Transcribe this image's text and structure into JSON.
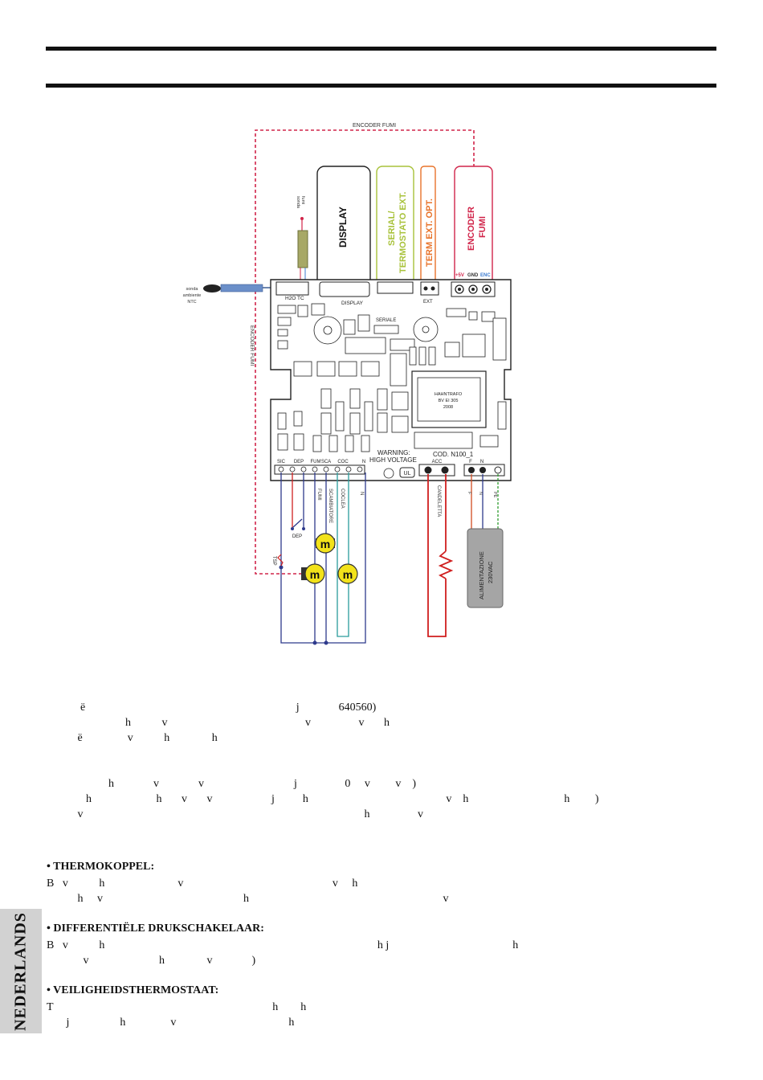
{
  "diagram": {
    "labels": {
      "encoder_fumi_top": "ENCODER FUMI",
      "encoder_fumi_side": "ENCODER FUMI",
      "display": "DISPLAY",
      "serial_line1": "SERIAL/",
      "serial_line2": "TERMOSTATO EXT.",
      "term_ext": "TERM EXT. OPT.",
      "encoder_line1": "ENCODER",
      "encoder_line2": "FUMI",
      "sonda_fumi_1": "sonda",
      "sonda_fumi_2": "fumi",
      "sonda_amb_1": "sonda",
      "sonda_amb_2": "ambiente",
      "sonda_amb_3": "NTC",
      "plus5v": "+5V",
      "gnd": "GND",
      "enc": "ENC",
      "h2o_tc": "H2O TC",
      "display_conn": "DISPLAY",
      "seriale": "SERIALE",
      "ext": "EXT",
      "hahntrafo_1": "HAHNTRAFO",
      "hahntrafo_2": "BV EI 305",
      "hahntrafo_3": "2008",
      "warning_1": "WARNING:",
      "warning_2": "HIGH VOLTAGE",
      "cod": "COD. N100_1",
      "ul": "UL",
      "terminals": [
        "SIC",
        "DEP",
        "FUM",
        "SCA",
        "COC",
        "N"
      ],
      "acc": "ACC",
      "term_f": "F",
      "term_n": "N",
      "fumi": "FUMI",
      "scambiatore": "SCAMBIATORE",
      "coclea": "COCLEA",
      "n_wire": "N",
      "candeletta": "CANDELETTA",
      "f_wire": "F",
      "n_wire2": "N",
      "pe": "PE",
      "dep": "DEP",
      "tsp": "TSP",
      "alim_1": "ALIMENTAZIONE",
      "alim_2": "230VAC"
    }
  },
  "paragraphs": [
    "            ë                                                                           j              640560)\n                            h           v                                                 v                 v       h\n           ë                v           h               h",
    "                      h              v              v                                j                 0     v         v    )\n              h                       h       v       v                     j          h                                                 v    h                                  h         )\n           v                                                                                                    h                 v"
  ],
  "sections": [
    {
      "heading": "• THERMOKOPPEL:",
      "body": "B   v           h                          v                                                     v     h\n           h     v                                                  h                                                                     v"
    },
    {
      "heading": "• DIFFERENTIËLE DRUKSCHAKELAAR:",
      "body": "B   v           h                                                                                                 h j                                            h\n             v                         h               v              )"
    },
    {
      "heading": "• VEILIGHEIDSTHERMOSTAAT:",
      "body": "T                                                                              h        h\n       j                  h                v                                        h"
    }
  ],
  "sidebar_label": "NEDERLANDS",
  "colors": {
    "encoder_dashed": "#d1254a",
    "serial_outline": "#a8c23a",
    "term_ext_outline": "#e8732a",
    "ntc_cable": "#6b8fc9",
    "candeletta_wire": "#d01f1f",
    "coclea_wire": "#2a9c9c",
    "motor_yellow": "#f2e21a"
  }
}
